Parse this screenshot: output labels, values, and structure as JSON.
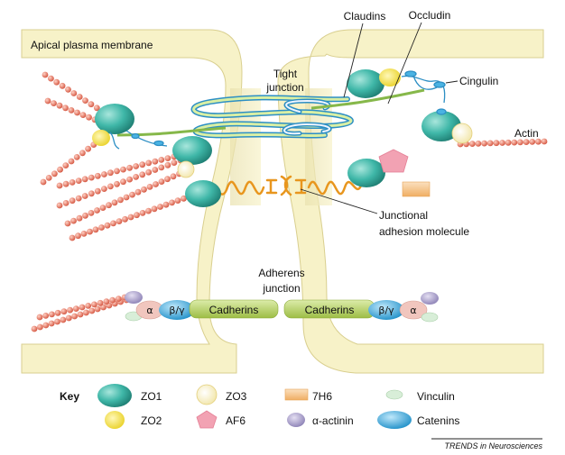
{
  "labels": {
    "apical_plasma_membrane": "Apical plasma membrane",
    "tight_junction_line1": "Tight",
    "tight_junction_line2": "junction",
    "claudins": "Claudins",
    "occludin": "Occludin",
    "cingulin": "Cingulin",
    "actin": "Actin",
    "jam_line1": "Junctional",
    "jam_line2": "adhesion molecule",
    "adherens_line1": "Adherens",
    "adherens_line2": "junction",
    "cadherins_left": "Cadherins",
    "cadherins_right": "Cadherins",
    "alpha_left": "α",
    "betagamma_left": "β/γ",
    "alpha_right": "α",
    "betagamma_right": "β/γ"
  },
  "key": {
    "title": "Key",
    "items": [
      {
        "label": "ZO1",
        "icon": "zo1-icon"
      },
      {
        "label": "ZO3",
        "icon": "zo3-icon"
      },
      {
        "label": "7H6",
        "icon": "7h6-icon"
      },
      {
        "label": "Vinculin",
        "icon": "vinculin-icon"
      },
      {
        "label": "ZO2",
        "icon": "zo2-icon"
      },
      {
        "label": "AF6",
        "icon": "af6-icon"
      },
      {
        "label": "α-actinin",
        "icon": "alpha-actinin-icon"
      },
      {
        "label": "Catenins",
        "icon": "catenins-icon"
      }
    ]
  },
  "credit": "TRENDS in Neurosciences",
  "colors": {
    "membrane": "#f7f2c8",
    "membrane_edge": "#d9cf8f",
    "zo1": "#3fb7a8",
    "zo2": "#f1e04a",
    "zo3": "#fbf3c9",
    "actin": "#e9735e",
    "cadherin": "#b9d36a",
    "jam": "#e8961e",
    "catenin": "#4ab3e3",
    "af6": "#f2a2b3",
    "h7": "#f7c690",
    "alpha_actinin": "#b3a9cf",
    "vinculin": "#d8eed8",
    "alpha_protein": "#f1c6be"
  }
}
